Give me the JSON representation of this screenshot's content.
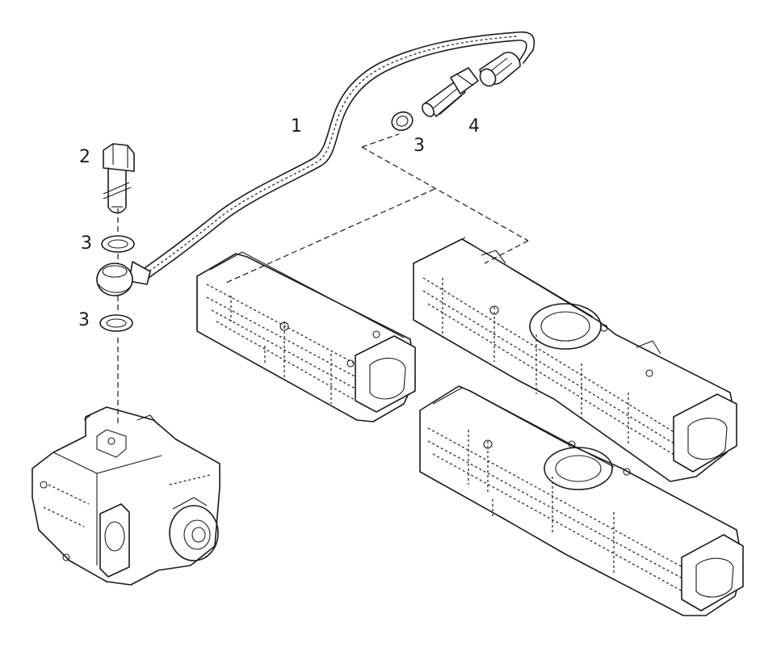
{
  "figure": {
    "callouts": [
      {
        "id": "c1",
        "text": "1"
      },
      {
        "id": "c2",
        "text": "2"
      },
      {
        "id": "c3a",
        "text": "3"
      },
      {
        "id": "c3b",
        "text": "3"
      },
      {
        "id": "c3c",
        "text": "3"
      },
      {
        "id": "c4",
        "text": "4"
      }
    ]
  }
}
